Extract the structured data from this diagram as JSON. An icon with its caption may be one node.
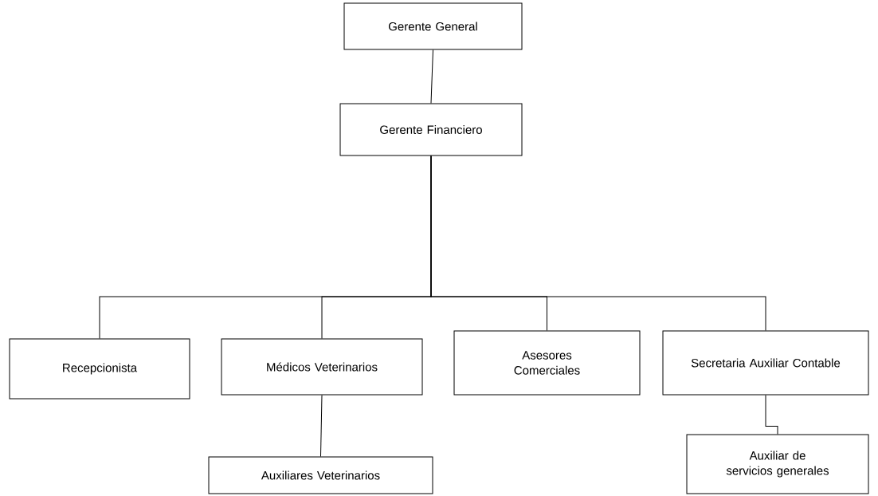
{
  "diagram": {
    "nodes": [
      {
        "text": [
          "Gerente General"
        ]
      },
      {
        "text": [
          "Gerente Financiero"
        ]
      },
      {
        "text": [
          "Recepcionista"
        ]
      },
      {
        "text": [
          "Médicos Veterinarios"
        ]
      },
      {
        "text": [
          "Asesores Comerciales"
        ]
      },
      {
        "text": [
          "Secretaria Auxiliar Contable"
        ]
      },
      {
        "text": [
          "Auxiliares Veterinarios"
        ]
      },
      {
        "text": [
          "Auxiliar de servicios generales"
        ]
      }
    ],
    "edges": [
      {
        "from": 0,
        "to": 1,
        "arrow": "none"
      },
      {
        "from": 1,
        "to": 2,
        "arrow": "none"
      },
      {
        "from": 1,
        "to": 3,
        "arrow": "none"
      },
      {
        "from": 1,
        "to": 4,
        "arrow": "none"
      },
      {
        "from": 1,
        "to": 5,
        "arrow": "none"
      },
      {
        "from": 3,
        "to": 6,
        "arrow": "none"
      },
      {
        "from": 5,
        "to": 7,
        "arrow": "none"
      }
    ]
  }
}
